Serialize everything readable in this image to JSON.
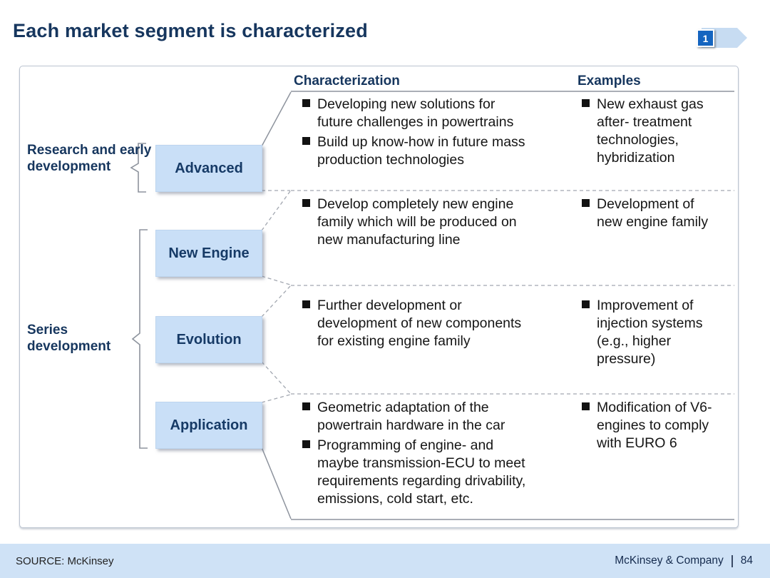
{
  "title": "Each market segment is characterized",
  "slide_badge": {
    "number": "1"
  },
  "groups": [
    {
      "label": "Research and early development"
    },
    {
      "label": "Series development"
    }
  ],
  "table": {
    "col1_header": "Characterization",
    "col2_header": "Examples",
    "rows": [
      {
        "segment": "Advanced",
        "characterization": [
          "Developing new solutions for future challenges in powertrains",
          "Build up know-how in future mass production technologies"
        ],
        "examples": [
          "New exhaust gas after- treatment technologies, hybridization"
        ]
      },
      {
        "segment": "New Engine",
        "characterization": [
          "Develop completely new engine family which will be produced on new manufacturing line"
        ],
        "examples": [
          "Development of new engine family"
        ]
      },
      {
        "segment": "Evolution",
        "characterization": [
          "Further development or development of new components for existing engine family"
        ],
        "examples": [
          "Improvement of injection systems (e.g., higher pressure)"
        ]
      },
      {
        "segment": "Application",
        "characterization": [
          "Geometric adaptation of the powertrain hardware in the car",
          "Programming of engine- and maybe transmission-ECU to meet requirements regarding drivability, emissions, cold start, etc."
        ],
        "examples": [
          "Modification of V6-engines to comply with EURO 6"
        ]
      }
    ]
  },
  "footer": {
    "source": "SOURCE: McKinsey",
    "company": "McKinsey & Company",
    "page": "84"
  },
  "colors": {
    "title_navy": "#16365e",
    "box_fill": "#c9dff7",
    "footer_bg": "#cfe2f6",
    "badge_blue": "#1565c0",
    "pennant_blue": "#c7dcf2",
    "line_gray": "#8d939d"
  }
}
